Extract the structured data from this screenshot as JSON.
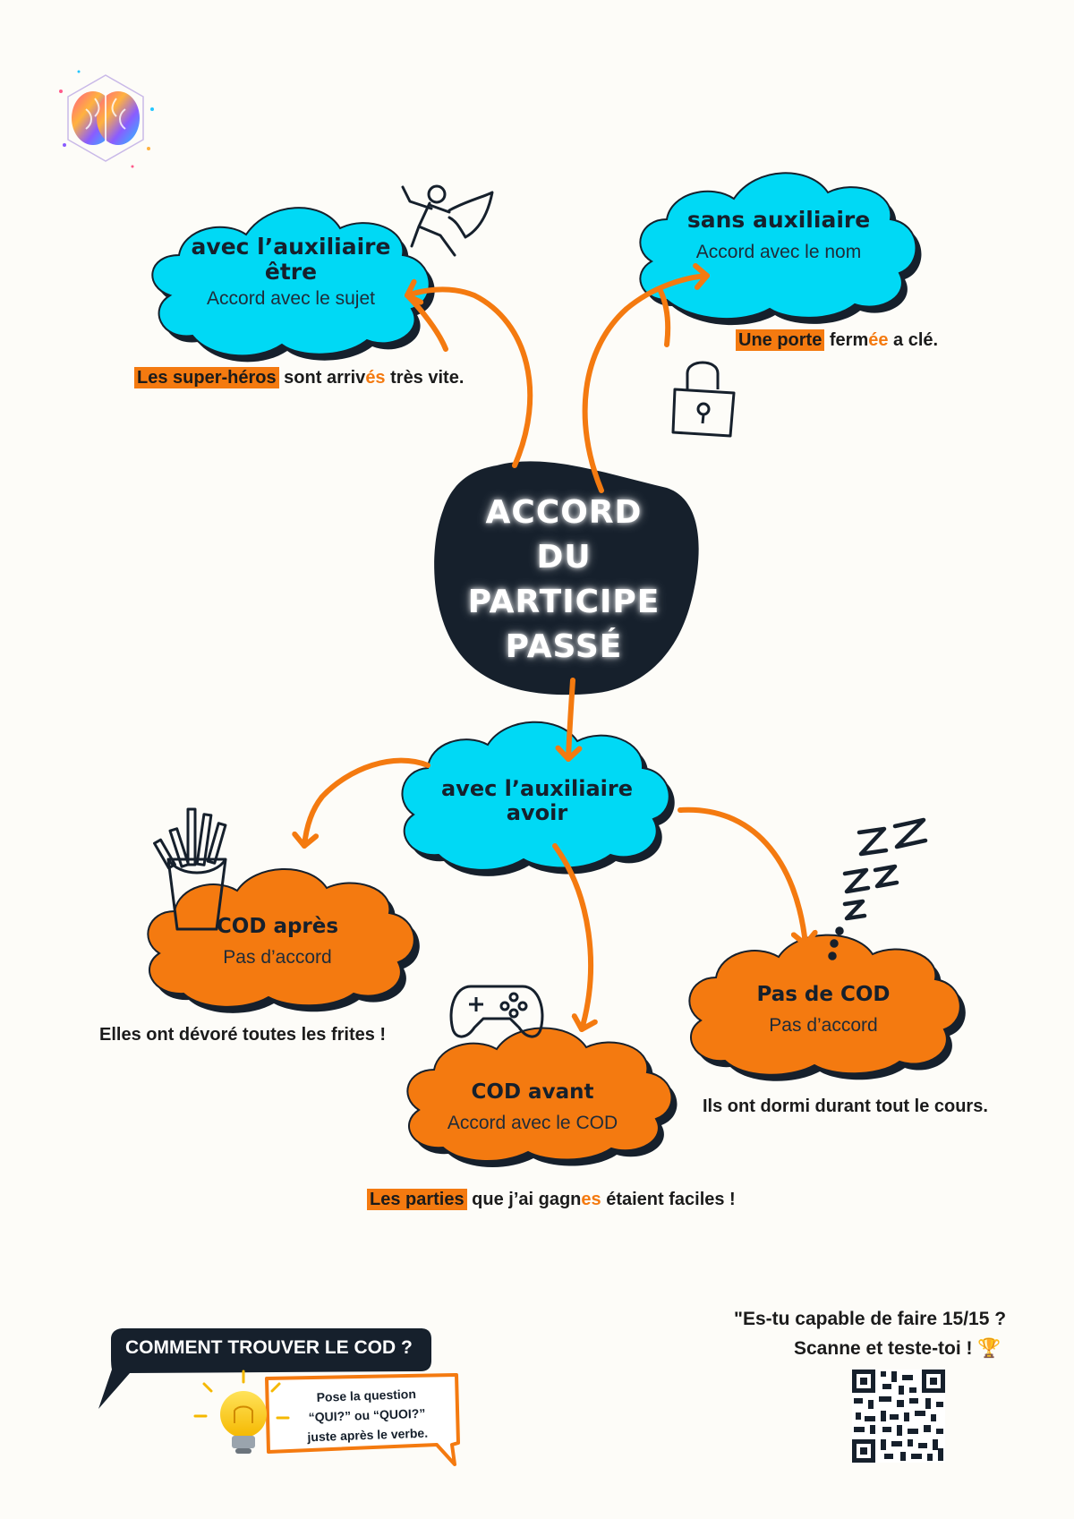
{
  "center": {
    "line1": "ACCORD",
    "line2": "DU",
    "line3": "PARTICIPE",
    "line4": "PASSÉ"
  },
  "branches": {
    "etre": {
      "title_l1": "avec l’auxiliaire",
      "title_l2": "être",
      "rule": "Accord avec le sujet",
      "example": {
        "hl": "Les super-héros",
        "t1": " sont arriv",
        "ending": "és",
        "t2": " très vite."
      }
    },
    "sans": {
      "title": "sans auxiliaire",
      "rule": "Accord avec le nom",
      "example": {
        "hl": "Une porte",
        "t1": " ferm",
        "ending": "ée",
        "t2": " a clé."
      }
    },
    "avoir": {
      "title_l1": "avec l’auxiliaire",
      "title_l2": "avoir"
    },
    "cod_apres": {
      "title": "COD après",
      "rule": "Pas d’accord",
      "example": "Elles ont dévoré toutes les frites !"
    },
    "cod_avant": {
      "title": "COD avant",
      "rule": "Accord avec le COD",
      "example": {
        "hl": "Les parties",
        "t1": " que j’ai gagn",
        "ending": "es",
        "t2": " étaient faciles !"
      }
    },
    "pas_cod": {
      "title": "Pas de COD",
      "rule": "Pas d’accord",
      "example": "Ils ont dormi durant tout le cours."
    }
  },
  "tip": {
    "heading": "COMMENT TROUVER LE COD ?",
    "line1": "Pose la question",
    "line2": "“QUI?” ou “QUOI?”",
    "line3": "juste après le verbe."
  },
  "quiz": {
    "line1": "\"Es-tu capable de faire 15/15 ?",
    "line2": "Scanne et teste-toi !",
    "trophy": "🏆"
  },
  "icons": [
    "brain-logo-icon",
    "superhero-icon",
    "padlock-icon",
    "fries-icon",
    "gamepad-icon",
    "sleep-zzz-icon",
    "lightbulb-icon",
    "qr-code-icon"
  ],
  "colors": {
    "cyan": "#00d9f5",
    "orange": "#f47a10",
    "navy": "#16202c",
    "background": "#fdfcf8"
  }
}
